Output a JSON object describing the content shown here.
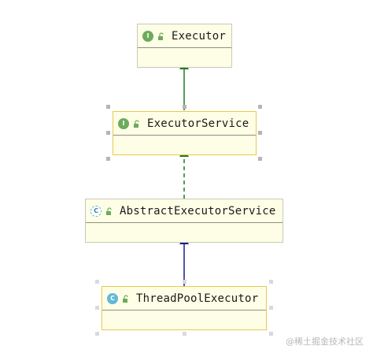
{
  "nodes": [
    {
      "id": "executor",
      "name": "Executor",
      "kind": "interface",
      "badge": "I"
    },
    {
      "id": "executor-service",
      "name": "ExecutorService",
      "kind": "interface",
      "badge": "I"
    },
    {
      "id": "abstract-executor-service",
      "name": "AbstractExecutorService",
      "kind": "abstract-class",
      "badge": "C"
    },
    {
      "id": "thread-pool-executor",
      "name": "ThreadPoolExecutor",
      "kind": "class",
      "badge": "C"
    }
  ],
  "edges": [
    {
      "from": "executor-service",
      "to": "executor",
      "type": "extends",
      "style": "solid",
      "color": "#1f7a1f"
    },
    {
      "from": "abstract-executor-service",
      "to": "executor-service",
      "type": "implements",
      "style": "dashed",
      "color": "#1f7a1f"
    },
    {
      "from": "thread-pool-executor",
      "to": "abstract-executor-service",
      "type": "extends",
      "style": "solid",
      "color": "#1c1c8c"
    }
  ],
  "watermark": "@稀土掘金技术社区",
  "colors": {
    "interface_badge": "#6cab5c",
    "class_badge": "#5fb8d8",
    "node_fill": "#fefee6",
    "selection_border": "#e7c94d"
  }
}
